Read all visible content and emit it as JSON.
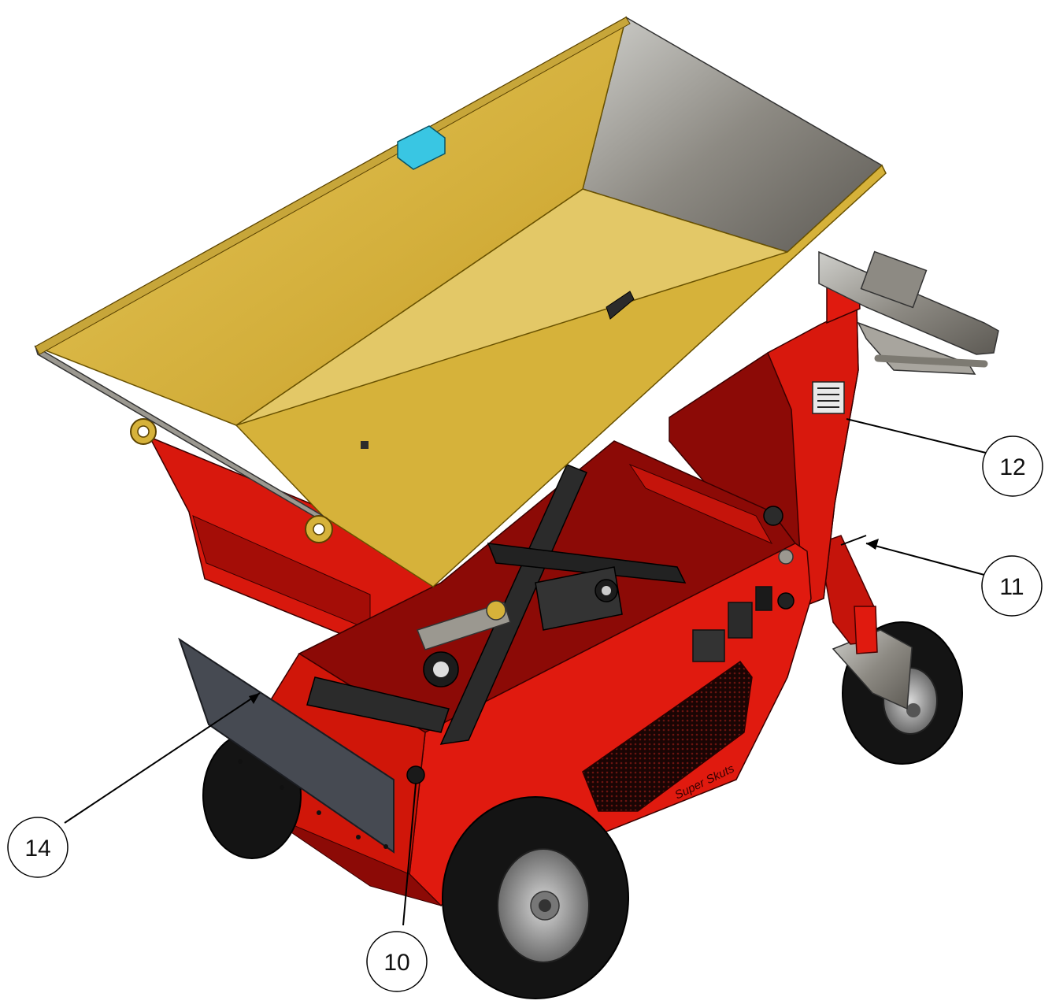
{
  "callouts": [
    {
      "id": "10",
      "label": "10"
    },
    {
      "id": "11",
      "label": "11"
    },
    {
      "id": "12",
      "label": "12"
    },
    {
      "id": "14",
      "label": "14"
    }
  ],
  "machine": {
    "brand_label": "Super Skuts"
  },
  "colors": {
    "body_red": "#e01a0f",
    "body_dark_red": "#8c0a06",
    "hopper_yellow": "#d6b23a",
    "hopper_inner": "#e3c867",
    "steel": "#9b9890",
    "tyre": "#111111",
    "skirt": "#464a52",
    "latch": "#39c6e3"
  }
}
